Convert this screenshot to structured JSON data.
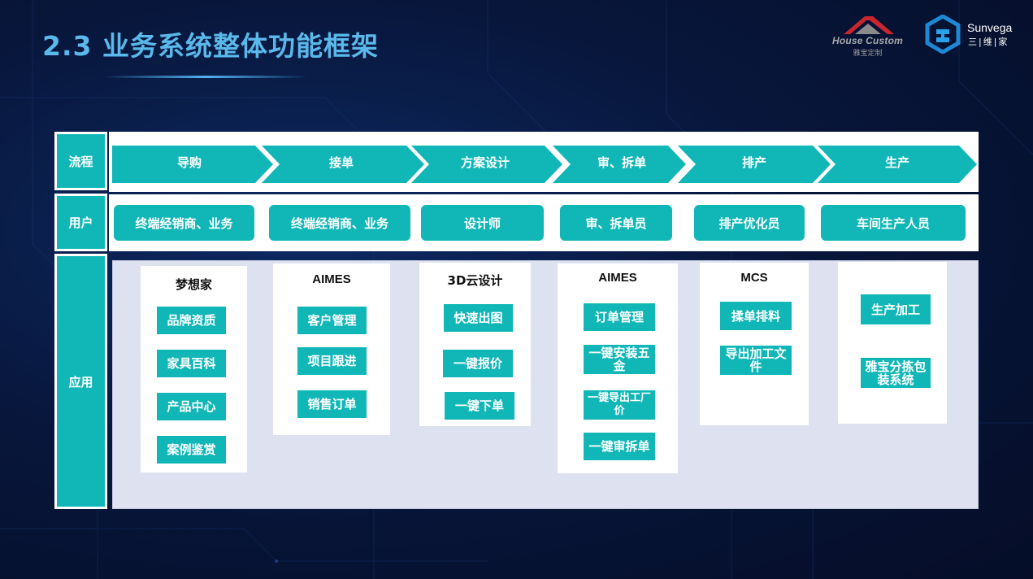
{
  "title": "2.3 业务系统整体功能框架",
  "logos": {
    "house_custom": {
      "name": "House Custom",
      "sub": "雅宝定制"
    },
    "sunvega": {
      "name": "Sunvega",
      "sub": "三|维|家"
    }
  },
  "row_labels": {
    "flow": "流程",
    "user": "用户",
    "app": "应用"
  },
  "flow_steps": [
    "导购",
    "接单",
    "方案设计",
    "审、拆单",
    "排产",
    "生产"
  ],
  "users": [
    "终端经销商、业务",
    "终端经销商、业务",
    "设计师",
    "审、拆单员",
    "排产优化员",
    "车间生产人员"
  ],
  "apps": [
    {
      "title": "梦想家",
      "modules": [
        "品牌资质",
        "家具百科",
        "产品中心",
        "案例鉴赏"
      ]
    },
    {
      "title": "AIMES",
      "modules": [
        "客户管理",
        "项目跟进",
        "销售订单"
      ]
    },
    {
      "title": "3D云设计",
      "modules": [
        "快速出图",
        "一键报价",
        "一键下单"
      ]
    },
    {
      "title": "AIMES",
      "modules": [
        "订单管理",
        "一键安装五金",
        "一键导出工厂价",
        "一键审拆单"
      ]
    },
    {
      "title": "MCS",
      "modules": [
        "揉单排料",
        "导出加工文件"
      ]
    },
    {
      "title": "",
      "modules": [
        "生产加工",
        "雅宝分拣包装系统"
      ]
    }
  ],
  "colors": {
    "teal": "#11b7b7",
    "title_blue": "#5ab8ea",
    "panel": "#dde1f0"
  }
}
